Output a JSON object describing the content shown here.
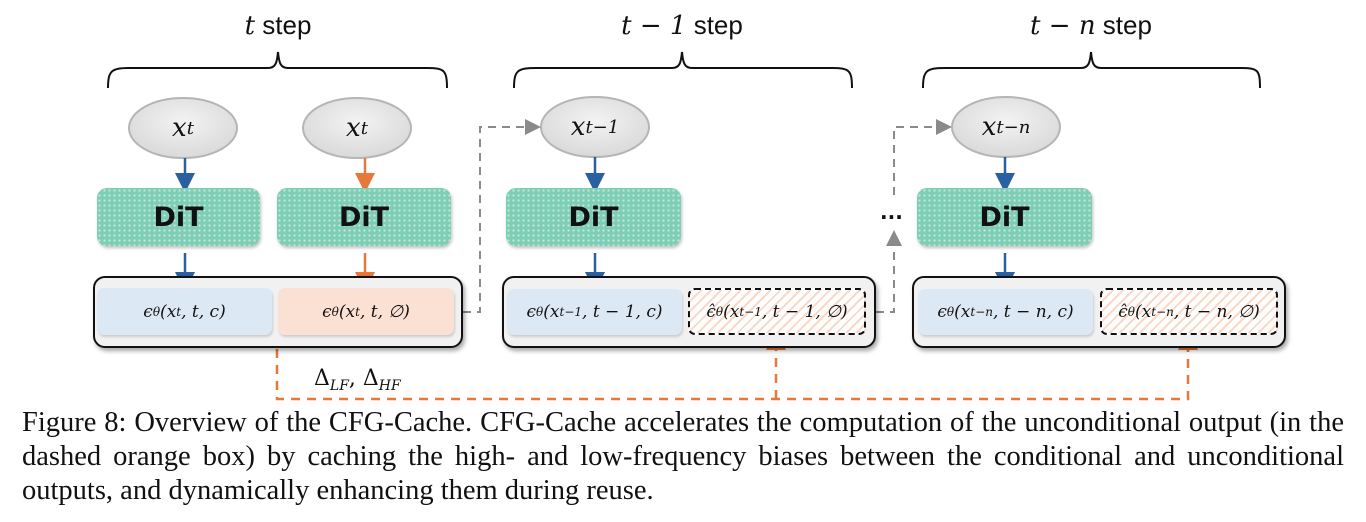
{
  "figure": {
    "steps": [
      {
        "label_math": "t",
        "label_text": " step"
      },
      {
        "label_math": "t − 1",
        "label_text": " step"
      },
      {
        "label_math": "t − n",
        "label_text": " step"
      }
    ],
    "inputs": [
      {
        "base": "x",
        "sub": "t"
      },
      {
        "base": "x",
        "sub": "t"
      },
      {
        "base": "x",
        "sub": "t−1"
      },
      {
        "base": "x",
        "sub": "t−n"
      }
    ],
    "model_label": "DiT",
    "outputs": [
      {
        "pre": "ϵ",
        "sub_theta": "θ",
        "arg_x": "x",
        "arg_sub": "t",
        "rest": ", t, c)",
        "kind": "conditional"
      },
      {
        "pre": "ϵ",
        "sub_theta": "θ",
        "arg_x": "x",
        "arg_sub": "t",
        "rest": ", t, ∅)",
        "kind": "unconditional"
      },
      {
        "pre": "ϵ",
        "sub_theta": "θ",
        "arg_x": "x",
        "arg_sub": "t−1",
        "rest": ", t − 1, c)",
        "kind": "conditional"
      },
      {
        "pre": "ϵ̂",
        "sub_theta": "θ",
        "arg_x": "x",
        "arg_sub": "t−1",
        "rest": ", t − 1, ∅)",
        "kind": "cached"
      },
      {
        "pre": "ϵ",
        "sub_theta": "θ",
        "arg_x": "x",
        "arg_sub": "t−n",
        "rest": ", t − n, c)",
        "kind": "conditional"
      },
      {
        "pre": "ϵ̂",
        "sub_theta": "θ",
        "arg_x": "x",
        "arg_sub": "t−n",
        "rest": ", t − n, ∅)",
        "kind": "cached"
      }
    ],
    "ellipsis": "···",
    "delta_label": {
      "d1": "Δ",
      "s1": "LF",
      "sep": ", ",
      "d2": "Δ",
      "s2": "HF"
    },
    "colors": {
      "conditional_arrow": "#2a5fa0",
      "unconditional_arrow": "#e8773a",
      "skip_arrow": "#8a8a8a",
      "bias_reuse_arrow": "#e8773a",
      "dit_fill": "#7ecdb5",
      "cond_fill": "#dde8f5",
      "uncond_fill": "#fbe1d3"
    }
  },
  "caption": "Figure 8: Overview of the CFG-Cache. CFG-Cache accelerates the computation of the unconditional output (in the dashed orange box) by caching the high- and low-frequency biases between the conditional and unconditional outputs, and dynamically enhancing them during reuse."
}
